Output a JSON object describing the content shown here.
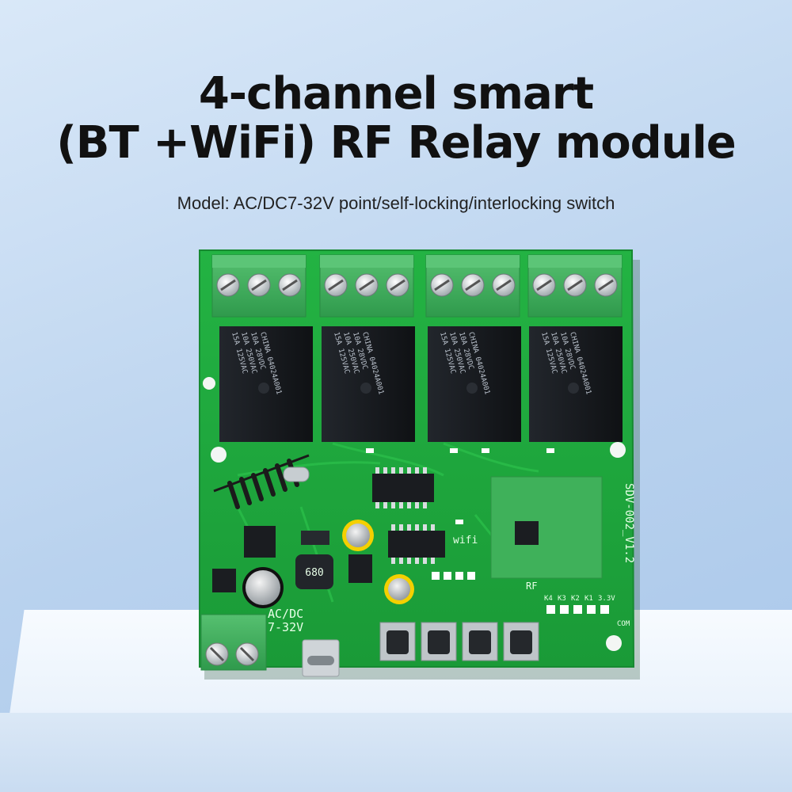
{
  "header": {
    "title_line1": "4-channel smart",
    "title_line2": "(BT +WiFi) RF Relay module",
    "subtitle": "Model: AC/DC7-32V point/self-locking/interlocking switch"
  },
  "board": {
    "relay_lines": [
      "15A 125VAC",
      "10A 250VAC",
      "10A 28VDC",
      "CHINA 04024A001"
    ],
    "power_label_1": "AC/DC",
    "power_label_2": "7-32V",
    "wifi_label": "wifi",
    "rf_label": "RF",
    "module_label": "SDV-002_V1.2",
    "header_pins": [
      "K4",
      "K3",
      "K2",
      "K1",
      "3.3V"
    ],
    "com_label": "COM",
    "inductor_label": "680"
  },
  "colors": {
    "pcb": "#1fa83d",
    "terminal": "#3fae5e",
    "relay": "#15181d",
    "background": "#b9d2ee"
  }
}
